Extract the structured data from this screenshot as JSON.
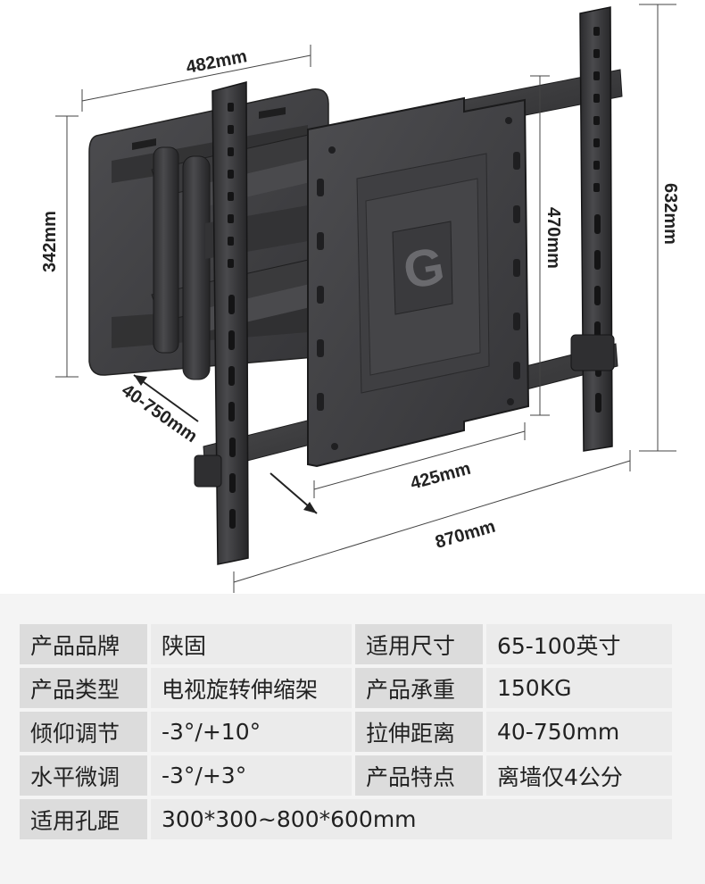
{
  "dimensions": {
    "width_top": "482mm",
    "height_left": "342mm",
    "extension": "40-750mm",
    "plate_height": "470mm",
    "plate_width": "425mm",
    "total_width": "870mm",
    "total_height": "632mm"
  },
  "logo_letter": "G",
  "specs": {
    "rows": [
      [
        {
          "label": "产品品牌",
          "value": "陕固"
        },
        {
          "label": "适用尺寸",
          "value": "65-100英寸"
        }
      ],
      [
        {
          "label": "产品类型",
          "value": "电视旋转伸缩架"
        },
        {
          "label": "产品承重",
          "value": "150KG"
        }
      ],
      [
        {
          "label": "倾仰调节",
          "value": "-3°/+10°"
        },
        {
          "label": "拉伸距离",
          "value": "40-750mm"
        }
      ],
      [
        {
          "label": "水平微调",
          "value": "-3°/+3°"
        },
        {
          "label": "产品特点",
          "value": "离墙仅4公分"
        }
      ],
      [
        {
          "label": "适用孔距",
          "value": "300*300~800*600mm"
        }
      ]
    ]
  }
}
